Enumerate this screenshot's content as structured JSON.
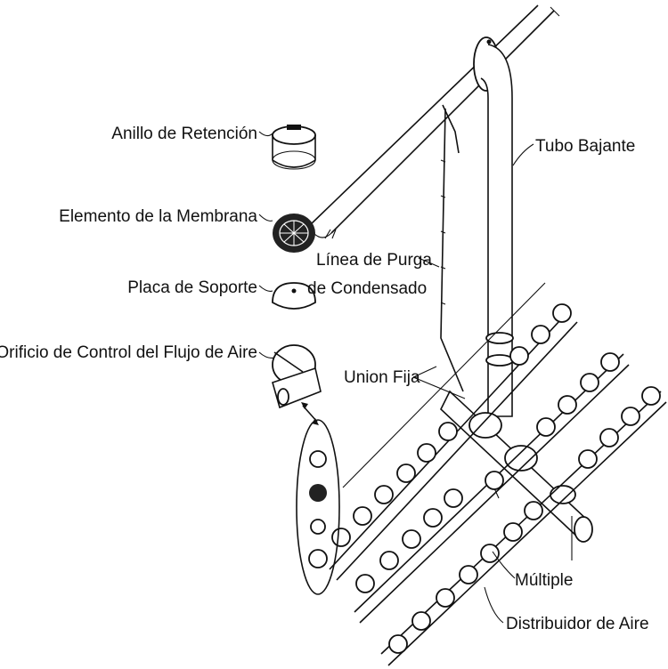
{
  "labels": {
    "anillo": "Anillo de Retención",
    "elemento": "Elemento de la Membrana",
    "placa": "Placa de Soporte",
    "orificio": "Orificio de Control del Flujo de Aire",
    "tubo": "Tubo Bajante",
    "linea1": "Línea de Purga",
    "linea2": "de Condensado",
    "union": "Union Fija",
    "multiple": "Múltiple",
    "distribuidor": "Distribuidor de Aire"
  },
  "colors": {
    "ink": "#111111",
    "background": "#ffffff"
  }
}
